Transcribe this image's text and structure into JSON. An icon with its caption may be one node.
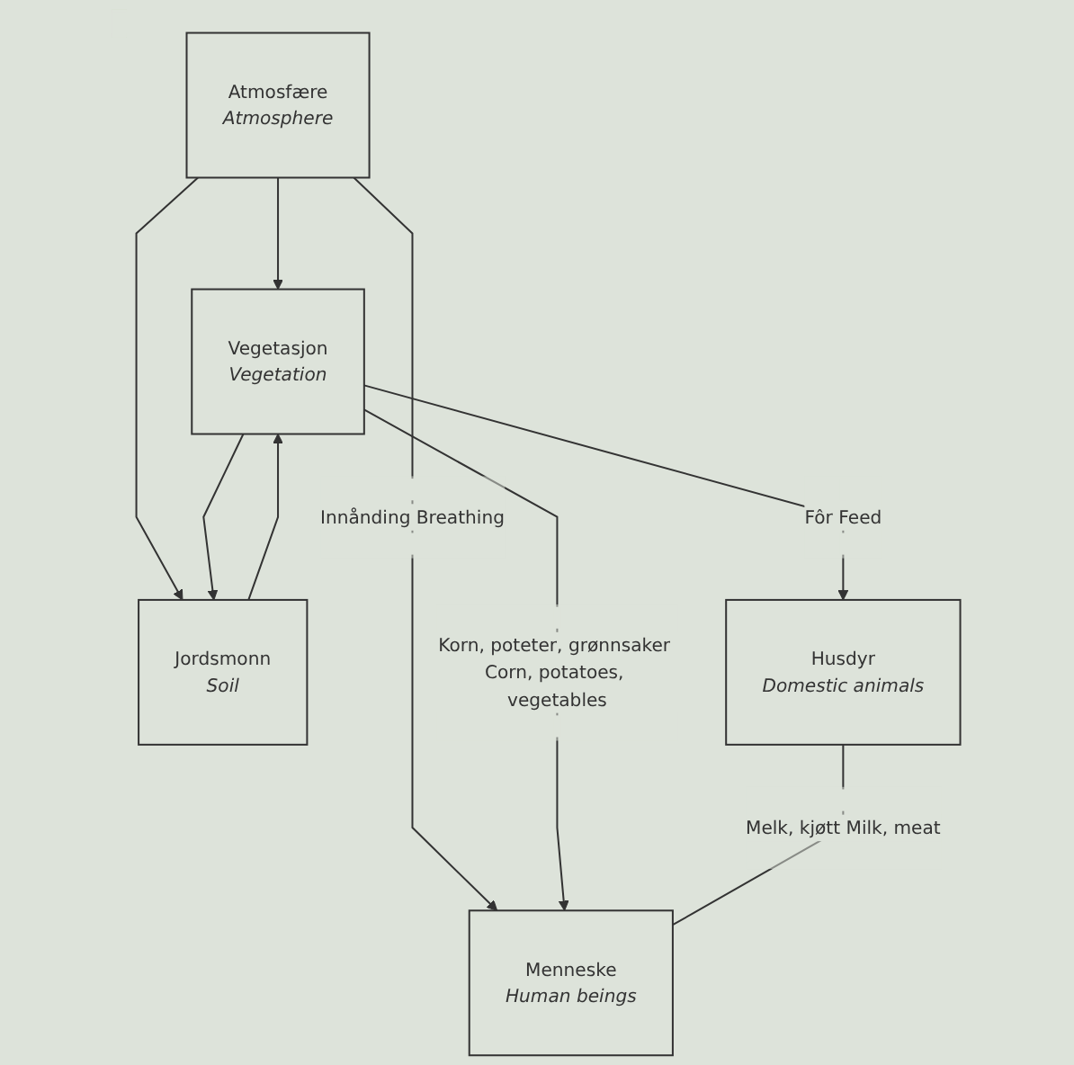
{
  "diagram": {
    "nodes": [
      {
        "text": [
          "Atmosfære",
          "Atmosphere"
        ]
      },
      {
        "text": [
          "Vegetasjon",
          "Vegetation"
        ]
      },
      {
        "text": [
          "Jordsmonn",
          "Soil"
        ]
      },
      {
        "text": [
          "Husdyr",
          "Domestic animals"
        ]
      },
      {
        "text": [
          "Menneske",
          "Human beings"
        ]
      }
    ],
    "edges": [
      {
        "from": 0,
        "to": 4,
        "arrow": "to",
        "label": "Innånding Breathing"
      },
      {
        "from": 0,
        "to": 1,
        "arrow": "to"
      },
      {
        "from": 0,
        "to": 2,
        "arrow": "to"
      },
      {
        "from": 1,
        "to": 2,
        "arrow": "to"
      },
      {
        "from": 2,
        "to": 1,
        "arrow": "to"
      },
      {
        "from": 1,
        "to": 3,
        "arrow": "to",
        "label": "Fôr Feed"
      },
      {
        "from": 1,
        "to": 4,
        "arrow": "to",
        "label": "Korn, poteter, grønnsaker Corn, potatoes, vegetables"
      },
      {
        "from": 3,
        "to": 4,
        "arrow": "none",
        "label": "Melk, kjøtt Milk, meat"
      }
    ]
  }
}
